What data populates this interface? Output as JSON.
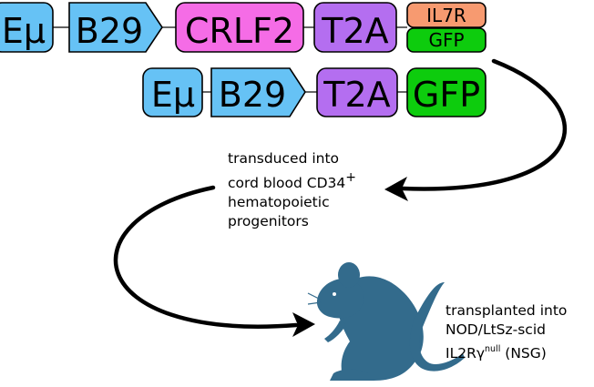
{
  "construct_1": {
    "enhancer": "Eμ",
    "promoter": "B29",
    "gene": "CRLF2",
    "linker": "T2A",
    "fusion_top": "IL7R",
    "fusion_bottom": "GFP"
  },
  "construct_2": {
    "enhancer": "Eμ",
    "promoter": "B29",
    "linker": "T2A",
    "reporter": "GFP"
  },
  "step_1": {
    "line_1": "transduced into",
    "line_2": "cord blood CD34",
    "line_2_sup": "+",
    "line_3": "hematopoietic",
    "line_4": "progenitors"
  },
  "step_2": {
    "line_1": "transplanted into",
    "line_2": "NOD/LtSz-scid",
    "line_3": "IL2Rγ",
    "line_3_sup": "null",
    "line_3_rest": " (NSG)"
  },
  "colors": {
    "enhancer": "#66c2f5",
    "promoter": "#66c2f5",
    "crlf2": "#f56ce6",
    "t2a": "#b46ef0",
    "il7r": "#f79a70",
    "gfp": "#0dcc0d",
    "mouse": "#336b8c"
  }
}
